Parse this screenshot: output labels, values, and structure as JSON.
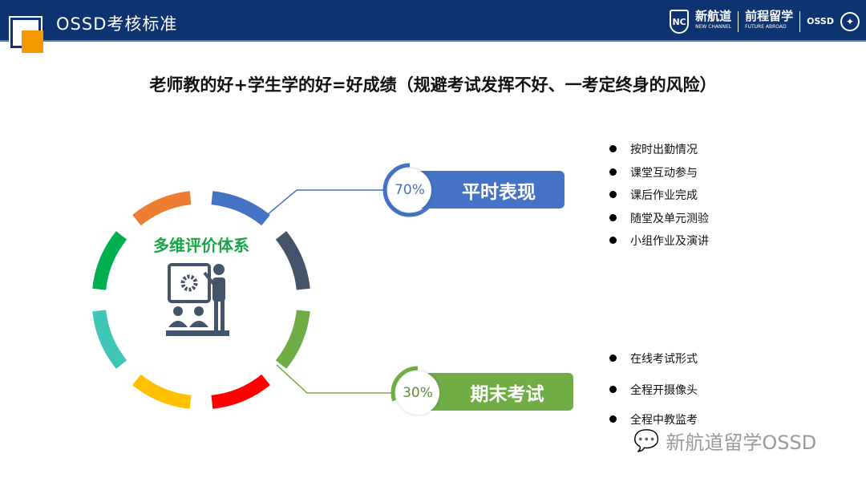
{
  "header": {
    "title": "OSSD考核标准",
    "logos": {
      "new_channel": "新航道",
      "new_channel_sub": "NEW CHANNEL",
      "future_abroad": "前程留学",
      "future_abroad_sub": "FUTURE ABROAD",
      "ossd": "OSSD"
    }
  },
  "main_title": "老师教的好+学生学的好=好成绩（规避考试发挥不好、一考定终身的风险）",
  "center_label": "多维评价体系",
  "ring_colors": [
    "#4472c4",
    "#44546a",
    "#70ad47",
    "#ff0000",
    "#ffc000",
    "#3fc5b5",
    "#00b050",
    "#ed7d31"
  ],
  "regular": {
    "percent": "70%",
    "percent_value": 70,
    "label": "平时表现",
    "color": "#4472c4",
    "items": [
      "按时出勤情况",
      "课堂互动参与",
      "课后作业完成",
      "随堂及单元测验",
      "小组作业及演讲"
    ]
  },
  "final": {
    "percent": "30%",
    "percent_value": 30,
    "label": "期末考试",
    "color": "#70ad47",
    "items": [
      "在线考试形式",
      "全程开摄像头",
      "全程中教监考"
    ]
  },
  "watermark": "新航道留学OSSD"
}
